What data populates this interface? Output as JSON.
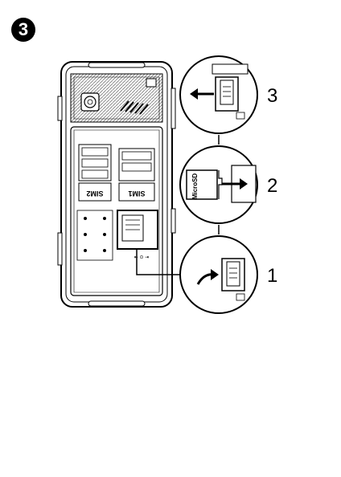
{
  "step": "3",
  "callouts": [
    {
      "number": "3"
    },
    {
      "number": "2"
    },
    {
      "number": "1"
    }
  ],
  "labels": {
    "sim1": "SIM1",
    "sim2": "SIM2",
    "microsd": "MicroSD",
    "lock_marks": "⇤ ⊙ ⇥"
  },
  "colors": {
    "ink": "#000000",
    "paper": "#ffffff",
    "grille": "#9a9a9a"
  }
}
